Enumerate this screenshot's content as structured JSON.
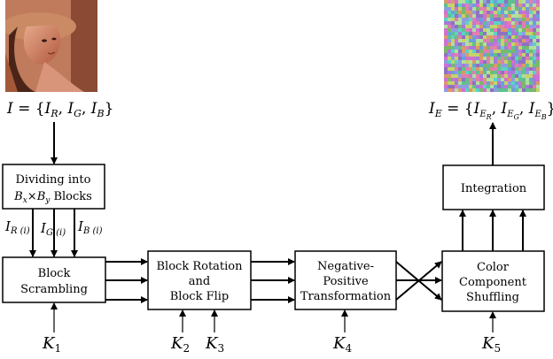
{
  "inputs": {
    "image_formula": {
      "lhs": "I",
      "eq": " = {",
      "r": "I",
      "r_sub": "R",
      "g": "I",
      "g_sub": "G",
      "b": "I",
      "b_sub": "B",
      "close": "}"
    }
  },
  "output": {
    "formula": {
      "lhs": "I",
      "lhs_sub": "E",
      "eq": " = {",
      "r": "I",
      "r_sub": "E",
      "r_subsub": "R",
      "g": "I",
      "g_sub": "E",
      "g_subsub": "G",
      "b": "I",
      "b_sub": "E",
      "b_subsub": "B",
      "close": "}"
    }
  },
  "boxes": {
    "dividing": {
      "line1": "Dividing into",
      "bx": "B",
      "bx_sub": "x",
      "times": "×",
      "by": "B",
      "by_sub": "y",
      "tail": " Blocks"
    },
    "scrambling": {
      "line1": "Block",
      "line2": "Scrambling"
    },
    "rotation": {
      "line1": "Block Rotation",
      "line2": "and",
      "line3": "Block Flip"
    },
    "negative": {
      "line1": "Negative-",
      "line2": "Positive",
      "line3": "Transformation"
    },
    "shuffling": {
      "line1": "Color",
      "line2": "Component",
      "line3": "Shuffling"
    },
    "integration": {
      "line1": "Integration"
    }
  },
  "channel_labels": [
    {
      "base": "I",
      "sub": "R (i)"
    },
    {
      "base": "I",
      "sub": "G (i)"
    },
    {
      "base": "I",
      "sub": "B (i)"
    }
  ],
  "keys": [
    {
      "base": "K",
      "sub": "1"
    },
    {
      "base": "K",
      "sub": "2"
    },
    {
      "base": "K",
      "sub": "3"
    },
    {
      "base": "K",
      "sub": "4"
    },
    {
      "base": "K",
      "sub": "5"
    }
  ],
  "colors": {
    "portrait_skin": "#d9957a",
    "portrait_bg": "#b86a4a",
    "hair": "#4a2418",
    "hat": "#c98a64"
  }
}
